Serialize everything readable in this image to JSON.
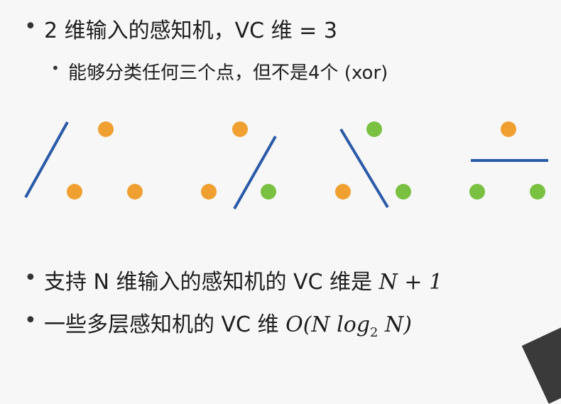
{
  "bullets": {
    "b1": "2 维输入的感知机，VC 维 = 3",
    "b1_sub": "能够分类任何三个点，但不是4个 (xor)",
    "b2_text": "支持 N 维输入的感知机的 VC 维是",
    "b2_math": "N + 1",
    "b3_text": "一些多层感知机的 VC 维",
    "b3_math_pre": "O(N log",
    "b3_math_sub": "2",
    "b3_math_post": " N)"
  },
  "colors": {
    "orange": "#f0a030",
    "green": "#7ac142",
    "line_blue": "#2a5aa8",
    "corner": "#3a3a3a"
  },
  "figure_groups": [
    {
      "name": "group-1",
      "points": [
        "orange",
        "orange",
        "orange"
      ],
      "separator": "diagonal-left"
    },
    {
      "name": "group-2",
      "points": [
        "orange",
        "orange",
        "green"
      ],
      "separator": "diagonal-right"
    },
    {
      "name": "group-3",
      "points": [
        "green",
        "orange",
        "green"
      ],
      "separator": "diagonal-down"
    },
    {
      "name": "group-4",
      "points": [
        "orange",
        "green",
        "green"
      ],
      "separator": "horizontal"
    }
  ]
}
